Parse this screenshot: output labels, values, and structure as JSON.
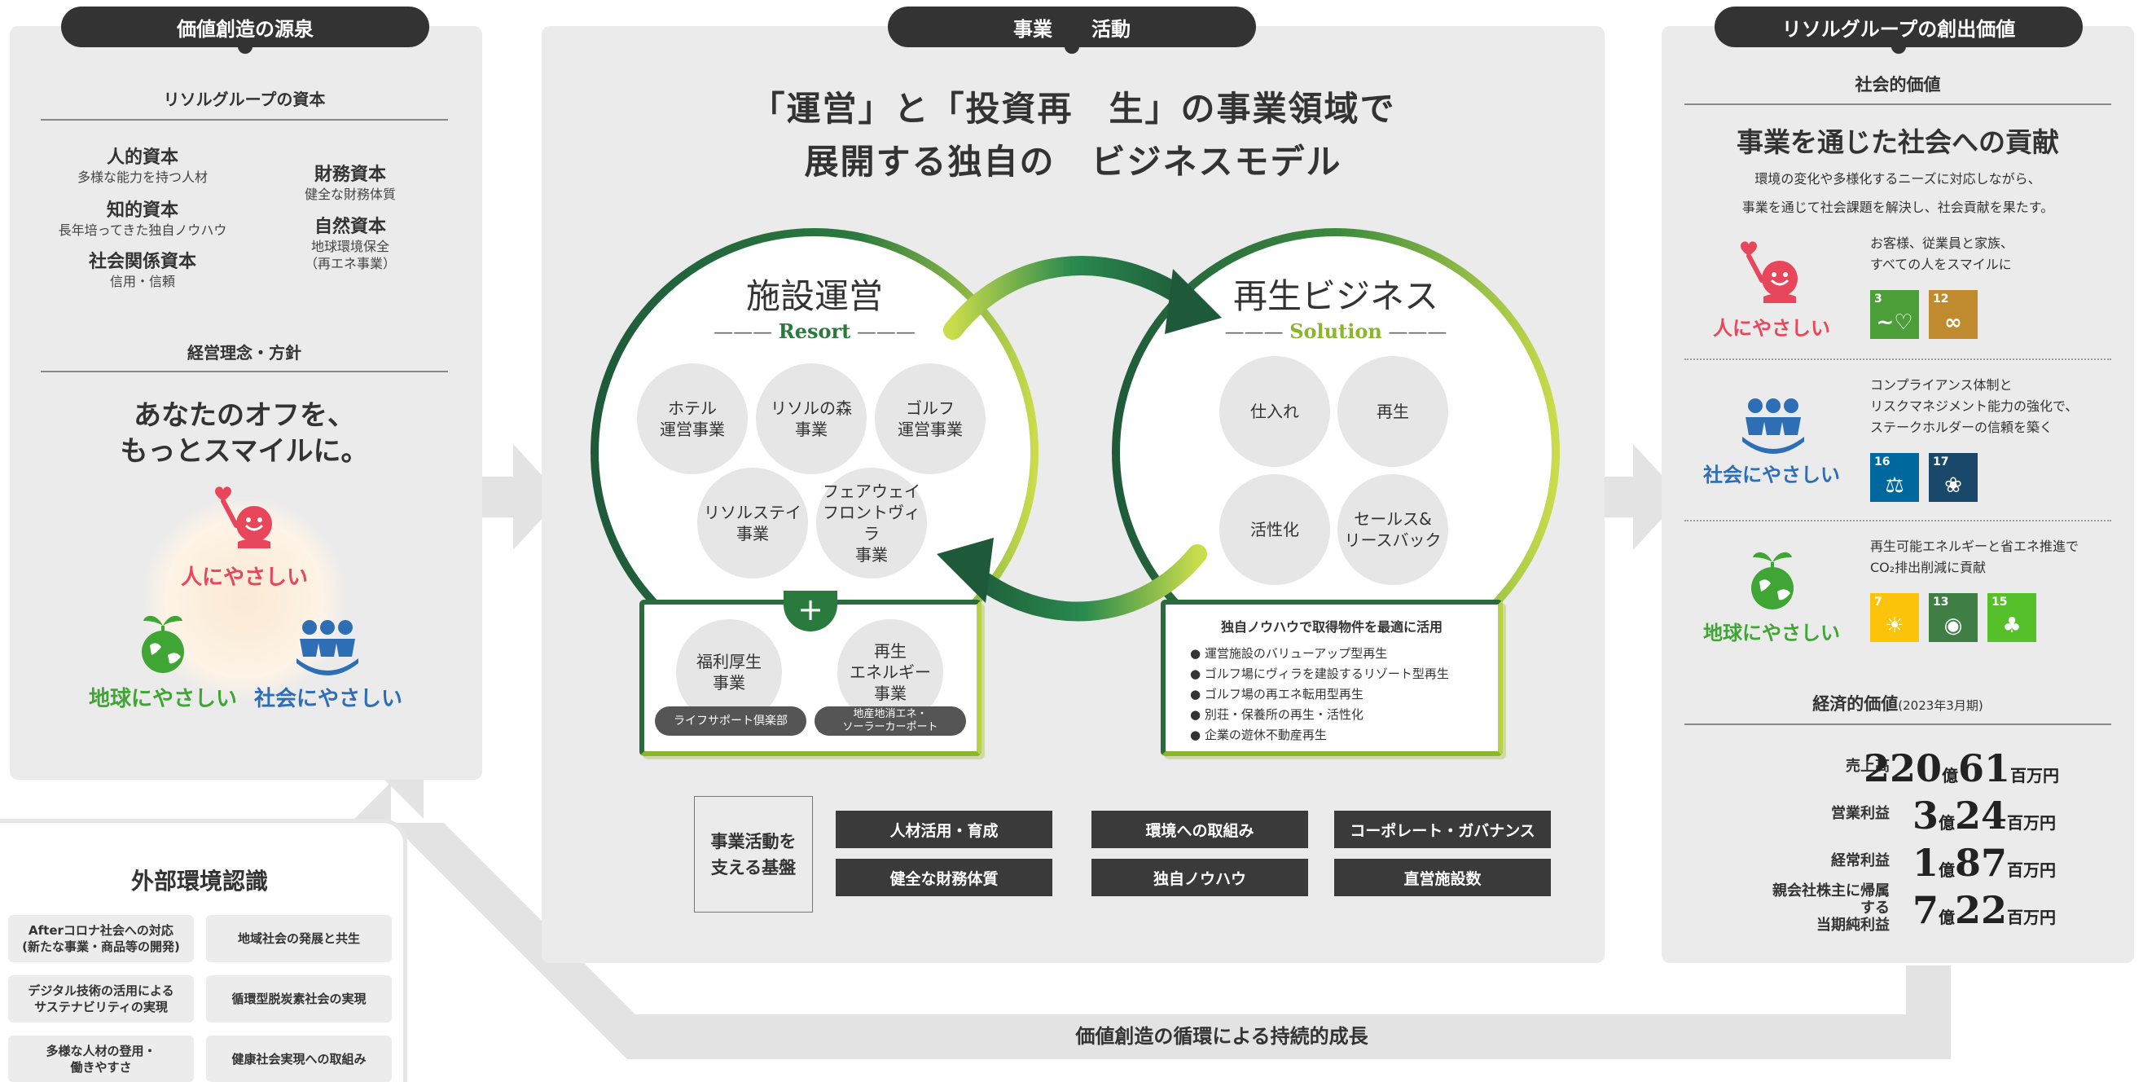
{
  "left": {
    "pill": "価値創造の源泉",
    "capital_heading": "リソルグループの資本",
    "capitals": [
      {
        "title": "人的資本",
        "sub": "多様な能力を持つ人材"
      },
      {
        "title": "知的資本",
        "sub": "長年培ってきた独自ノウハウ"
      },
      {
        "title": "社会関係資本",
        "sub": "信用・信頼"
      },
      {
        "title": "財務資本",
        "sub": "健全な財務体質"
      },
      {
        "title": "自然資本",
        "sub": "地球環境保全\n（再エネ事業）"
      }
    ],
    "philosophy_heading": "経営理念・方針",
    "slogan_line1": "あなたのオフを、",
    "slogan_line2": "もっとスマイルに。",
    "kind_people": "人にやさしい",
    "kind_earth": "地球にやさしい",
    "kind_society": "社会にやさしい"
  },
  "center": {
    "pill": "事業　　活動",
    "headline_line1": "「運営」と「投資再　生」の事業領域で",
    "headline_line2": "展開する独自の　ビジネスモデル",
    "resort": {
      "title": "施設運営",
      "sub": "Resort",
      "items": [
        "ホテル\n運営事業",
        "リソルの森\n事業",
        "ゴルフ\n運営事業",
        "リソルステイ\n事業",
        "フェアウェイ\nフロントヴィラ\n事業"
      ]
    },
    "solution": {
      "title": "再生ビジネス",
      "sub": "Solution",
      "items": [
        "仕入れ",
        "再生",
        "活性化",
        "セールス&\nリースバック"
      ]
    },
    "plus_box": {
      "plus": "+",
      "items": [
        "福利厚生\n事業",
        "再生\nエネルギー\n事業"
      ],
      "tags": [
        "ライフサポート倶楽部",
        "地産地消エネ・\nソーラーカーポート"
      ]
    },
    "knowhow_box": {
      "title": "独自ノウハウで取得物件を最適に活用",
      "bullets": [
        "運営施設のバリューアップ型再生",
        "ゴルフ場にヴィラを建設するリゾート型再生",
        "ゴルフ場の再エネ転用型再生",
        "別荘・保養所の再生・活性化",
        "企業の遊休不動産再生"
      ]
    },
    "foundation_label": "事業活動を\n支える基盤",
    "foundations": [
      "人材活用・育成",
      "環境への取組み",
      "コーポレート・ガバナンス",
      "健全な財務体質",
      "独自ノウハウ",
      "直営施設数"
    ]
  },
  "right": {
    "pill": "リソルグループの創出価値",
    "social_heading": "社会的価値",
    "social_title": "事業を通じた社会への貢献",
    "social_desc1": "環境の変化や多様化するニーズに対応しながら、",
    "social_desc2": "事業を通じて社会課題を解決し、社会貢献を果たす。",
    "values": [
      {
        "label": "人にやさしい",
        "desc": "お客様、従業員と家族、\nすべての人をスマイルに",
        "color": "#e8475b"
      },
      {
        "label": "社会にやさしい",
        "desc": "コンプライアンス体制と\nリスクマネジメント能力の強化で、\nステークホルダーの信頼を築く",
        "color": "#2e6eb5"
      },
      {
        "label": "地球にやさしい",
        "desc": "再生可能エネルギーと省エネ推進で\nCO₂排出削減に貢献",
        "color": "#3fa535"
      }
    ],
    "sdgs": [
      [
        {
          "num": "3",
          "icon": "~♡",
          "color": "#4c9f38"
        },
        {
          "num": "12",
          "icon": "∞",
          "color": "#bf8b2e"
        }
      ],
      [
        {
          "num": "16",
          "icon": "⚖",
          "color": "#00689d"
        },
        {
          "num": "17",
          "icon": "❀",
          "color": "#19486a"
        }
      ],
      [
        {
          "num": "7",
          "icon": "☀",
          "color": "#fcc30b"
        },
        {
          "num": "13",
          "icon": "◉",
          "color": "#3f7e44"
        },
        {
          "num": "15",
          "icon": "♣",
          "color": "#56c02b"
        }
      ]
    ],
    "econ_heading": "経済的価値",
    "econ_period": "(2023年3月期)",
    "econ": [
      {
        "label": "売上高",
        "a": "220",
        "u1": "億",
        "b": "61",
        "u2": "百万円"
      },
      {
        "label": "営業利益",
        "a": "3",
        "u1": "億",
        "b": "24",
        "u2": "百万円"
      },
      {
        "label": "経常利益",
        "a": "1",
        "u1": "億",
        "b": "87",
        "u2": "百万円"
      },
      {
        "label": "親会社株主に帰属する\n当期純利益",
        "a": "7",
        "u1": "億",
        "b": "22",
        "u2": "百万円"
      }
    ]
  },
  "external": {
    "heading": "外部環境認識",
    "items": [
      "Afterコロナ社会への対応\n(新たな事業・商品等の開発)",
      "地域社会の発展と共生",
      "デジタル技術の活用による\nサステナビリティの実現",
      "循環型脱炭素社会の実現",
      "多様な人材の登用・\n働きやすさ",
      "健康社会実現への取組み"
    ]
  },
  "cycle_label": "価値創造の循環による持続的成長"
}
